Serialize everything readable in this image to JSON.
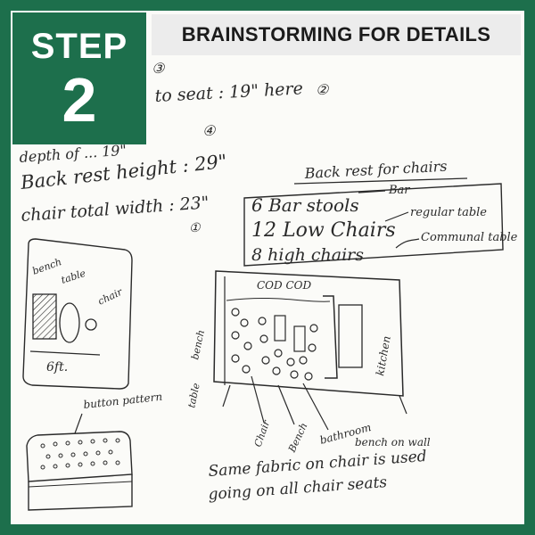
{
  "badge": {
    "word": "STEP",
    "number": "2"
  },
  "banner": {
    "title": "BRAINSTORMING FOR DETAILS"
  },
  "colors": {
    "brand_green": "#1d6f4c",
    "banner_bg": "#ececec",
    "ink": "#2a2a2a"
  },
  "notes": {
    "seat_line": "to seat : 19\" here",
    "seat_mark": "②",
    "top_mark": "③",
    "depth_line": "depth of ... 19\"",
    "depth_mark": "④",
    "back_rest": "Back rest height : 29\"",
    "total_width": "chair total width : 23\"",
    "width_mark": "①"
  },
  "list": {
    "heading": "Back rest for chairs",
    "bar_note": "Bar",
    "regular_note": "regular table",
    "communal_note": "Communal table",
    "items": [
      "6 Bar stools",
      "12 Low Chairs",
      "8 high chairs"
    ]
  },
  "bench_sketch": {
    "bench": "bench",
    "table": "table",
    "chair": "chair",
    "dimension": "6ft."
  },
  "plan_labels": {
    "top": "COD COD",
    "kitchen": "kitchen",
    "bench": "bench",
    "table": "table",
    "chair": "Chair",
    "bench2": "Bench",
    "bathroom": "bathroom",
    "bench_wall": "bench on wall"
  },
  "pattern_label": "button pattern",
  "bottom_note": {
    "line1": "Same fabric on chair is used",
    "line2": "going on all chair seats"
  }
}
